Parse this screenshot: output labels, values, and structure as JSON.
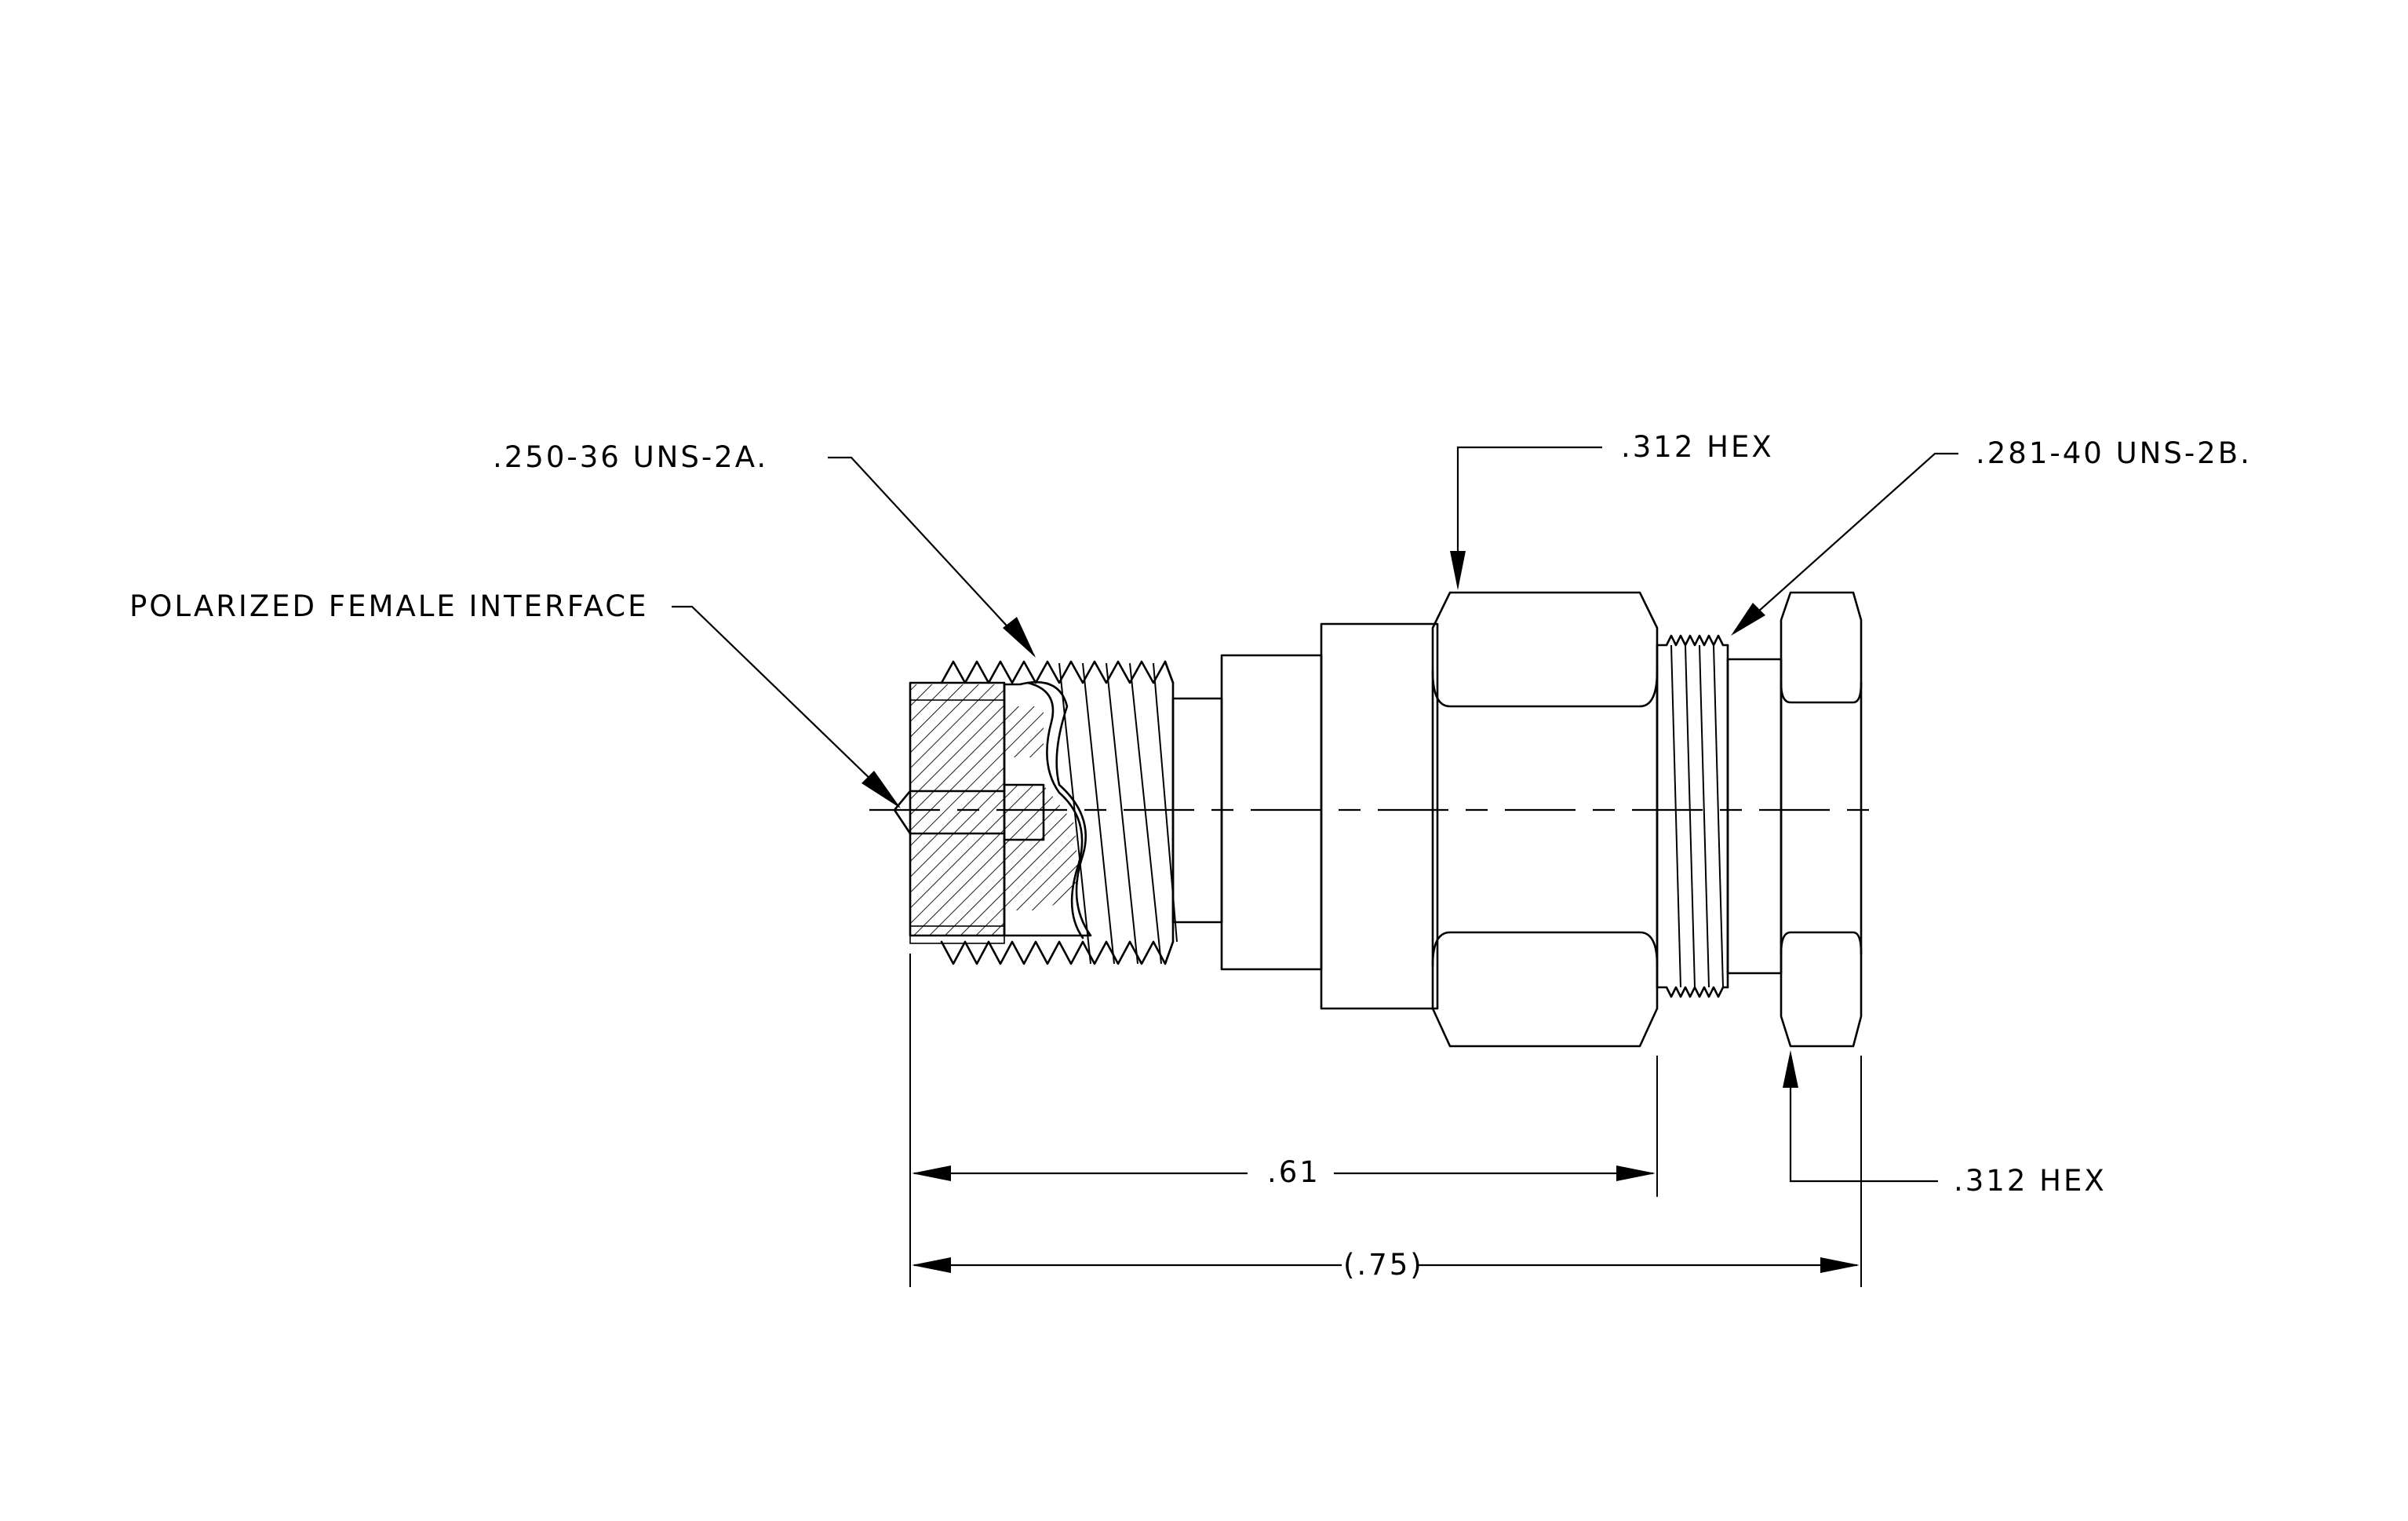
{
  "drawing": {
    "labels": {
      "polarized_interface": "POLARIZED FEMALE INTERFACE",
      "male_thread": ".250-36 UNS-2A.",
      "front_hex": ".312 HEX",
      "female_thread": ".281-40 UNS-2B.",
      "rear_hex": ".312 HEX"
    },
    "dimensions": {
      "hex_length": ".61",
      "overall_length": "(.75)"
    }
  }
}
